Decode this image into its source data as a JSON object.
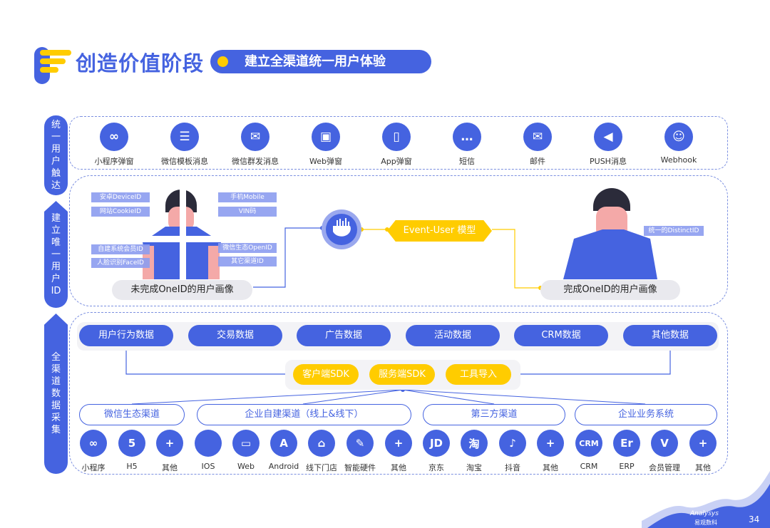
{
  "header": {
    "title": "创造价值阶段",
    "subtitle": "建立全渠道统一用户体验"
  },
  "colors": {
    "primary": "#4563e0",
    "accent": "#ffcc00",
    "tag": "#8c9df0",
    "caption_bg": "#e9e9ee"
  },
  "side_labels": [
    {
      "text": "统一用户触达"
    },
    {
      "text": "建立唯一用户ID"
    },
    {
      "text": "全渠道数据采集"
    }
  ],
  "reach": {
    "items": [
      {
        "label": "小程序弹窗",
        "icon": "mini-program-icon",
        "glyph": "∞"
      },
      {
        "label": "微信模板消息",
        "icon": "template-message-icon",
        "glyph": "☰"
      },
      {
        "label": "微信群发消息",
        "icon": "mass-mail-icon",
        "glyph": "✉"
      },
      {
        "label": "Web弹窗",
        "icon": "web-popup-icon",
        "glyph": "▣"
      },
      {
        "label": "App弹窗",
        "icon": "app-popup-icon",
        "glyph": "▯"
      },
      {
        "label": "短信",
        "icon": "sms-icon",
        "glyph": "…"
      },
      {
        "label": "邮件",
        "icon": "mail-icon",
        "glyph": "✉"
      },
      {
        "label": "PUSH消息",
        "icon": "megaphone-icon",
        "glyph": "◀"
      },
      {
        "label": "Webhook",
        "icon": "robot-icon",
        "glyph": "☺"
      }
    ]
  },
  "oneid": {
    "left_tags": [
      "安卓DeviceID",
      "网站CookieID",
      "自建系统会员ID",
      "人脸识别FaceID"
    ],
    "right_tags": [
      "手机Mobile",
      "VIN码",
      "微信生态OpenID",
      "其它渠道ID"
    ],
    "left_caption": "未完成OneID的用户画像",
    "model_label": "Event-User 模型",
    "right_tag": "统一的DistinctID",
    "right_caption": "完成OneID的用户画像"
  },
  "collection": {
    "data_types": [
      "用户行为数据",
      "交易数据",
      "广告数据",
      "活动数据",
      "CRM数据",
      "其他数据"
    ],
    "methods": [
      "客户端SDK",
      "服务端SDK",
      "工具导入"
    ],
    "channels": [
      {
        "label": "微信生态渠道"
      },
      {
        "label": "企业自建渠道（线上&线下）"
      },
      {
        "label": "第三方渠道"
      },
      {
        "label": "企业业务系统"
      }
    ],
    "sources": [
      {
        "label": "小程序",
        "icon": "mini-program-icon",
        "glyph": "∞"
      },
      {
        "label": "H5",
        "icon": "html5-icon",
        "glyph": "5"
      },
      {
        "label": "其他",
        "icon": "plus-icon",
        "glyph": "+"
      },
      {
        "label": "IOS",
        "icon": "apple-icon",
        "glyph": ""
      },
      {
        "label": "Web",
        "icon": "monitor-icon",
        "glyph": "▭"
      },
      {
        "label": "Android",
        "icon": "android-icon",
        "glyph": "A"
      },
      {
        "label": "线下门店",
        "icon": "store-icon",
        "glyph": "⌂"
      },
      {
        "label": "智能硬件",
        "icon": "wrench-icon",
        "glyph": "✎"
      },
      {
        "label": "其他",
        "icon": "plus-icon",
        "glyph": "+"
      },
      {
        "label": "京东",
        "icon": "jd-icon",
        "glyph": "JD"
      },
      {
        "label": "淘宝",
        "icon": "taobao-icon",
        "glyph": "淘"
      },
      {
        "label": "抖音",
        "icon": "douyin-icon",
        "glyph": "♪"
      },
      {
        "label": "其他",
        "icon": "plus-icon",
        "glyph": "+"
      },
      {
        "label": "CRM",
        "icon": "crm-icon",
        "glyph": "CRM"
      },
      {
        "label": "ERP",
        "icon": "erp-icon",
        "glyph": "Er"
      },
      {
        "label": "会员管理",
        "icon": "member-icon",
        "glyph": "V"
      },
      {
        "label": "其他",
        "icon": "plus-icon",
        "glyph": "+"
      }
    ]
  },
  "footer": {
    "brand": "Analysys",
    "brand_cn": "易观数科",
    "page_number": "34"
  }
}
